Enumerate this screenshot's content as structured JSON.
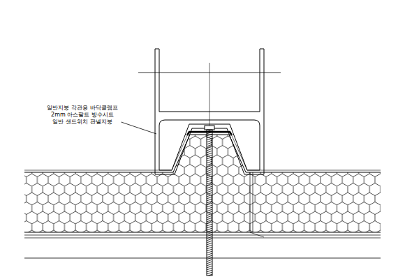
{
  "diagram": {
    "labels": [
      "일반지붕 각관용 바닥클램프",
      "2mm 아스팔트 방수시트",
      "일반 샌드위치 판넬지붕"
    ]
  }
}
